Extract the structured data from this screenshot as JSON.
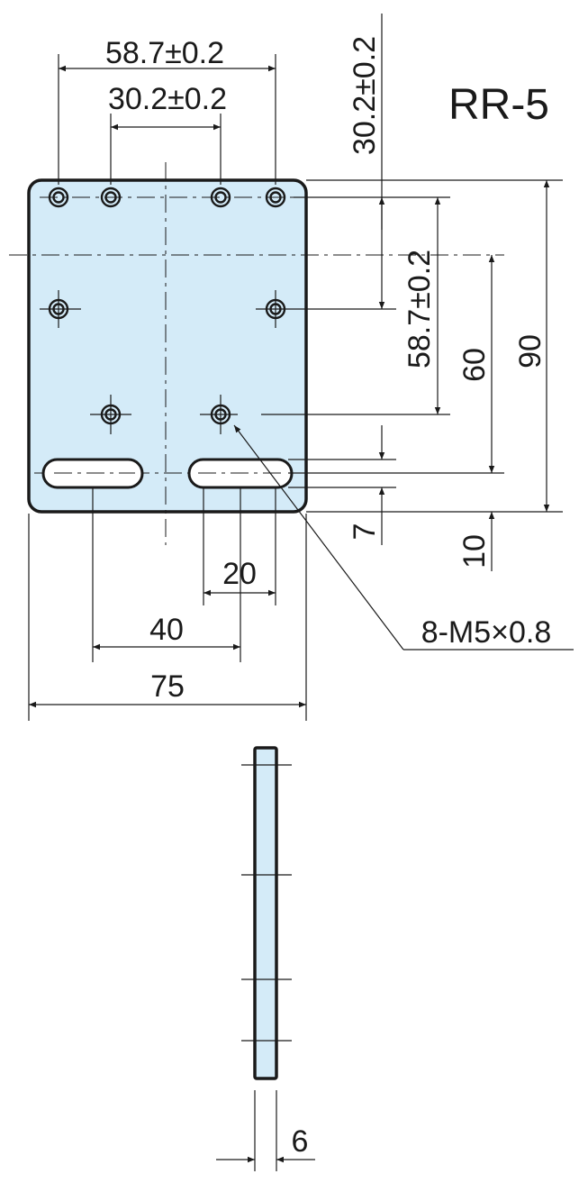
{
  "part_label": "RR-5",
  "colors": {
    "plate_fill": "#d4ebf8",
    "line": "#1a1a1a"
  },
  "dimensions": {
    "top_outer_spacing": "58.7±0.2",
    "top_inner_spacing": "30.2±0.2",
    "vertical_inner_spacing": "30.2±0.2",
    "vertical_outer_spacing": "58.7±0.2",
    "height_slot_to_top": "60",
    "overall_height": "90",
    "slot_offset": "7",
    "slot_to_bottom": "10",
    "slot_width_dim": "20",
    "slot_center_spacing": "40",
    "overall_width": "75",
    "thickness": "6",
    "thread_callout": "8-M5×0.8"
  }
}
